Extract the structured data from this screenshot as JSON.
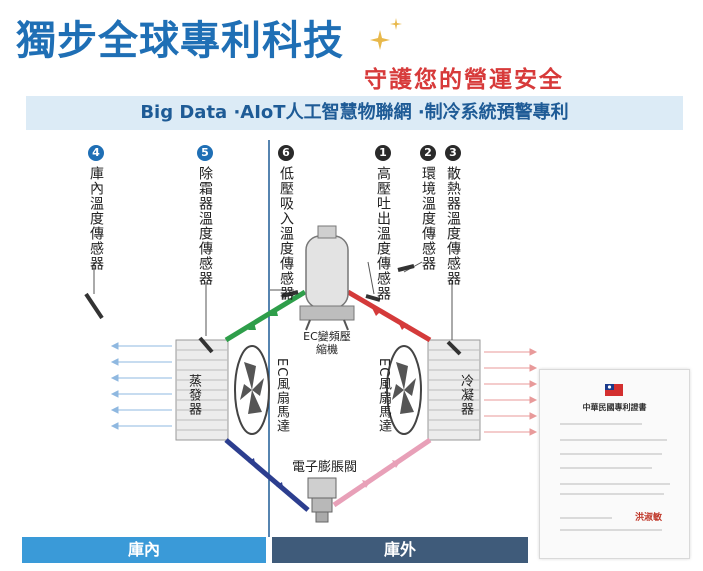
{
  "header": {
    "headline": "獨步全球專利科技",
    "subhead": "守護您的營運安全",
    "banner": "Big Data ·AIoT人工智慧物聯網 ·制冷系統預警專利"
  },
  "sensors": [
    {
      "num": "4",
      "label": "庫內溫度傳感器"
    },
    {
      "num": "5",
      "label": "除霜器溫度傳感器"
    },
    {
      "num": "6",
      "label": "低壓吸入溫度傳感器"
    },
    {
      "num": "1",
      "label": "高壓吐出溫度傳感器"
    },
    {
      "num": "2",
      "label": "環境溫度傳感器"
    },
    {
      "num": "3",
      "label": "散熱器溫度傳感器"
    }
  ],
  "components": {
    "compressor": "EC變頻壓縮機",
    "evaporator": "蒸發器",
    "condenser": "冷凝器",
    "fan_left": "EC風扇馬達",
    "fan_right": "EC風扇馬達",
    "valve": "電子膨脹閥"
  },
  "zones": {
    "inside": "庫內",
    "outside": "庫外"
  },
  "certificate": {
    "title": "中華民國專利證書",
    "seal": "洪淑敏"
  },
  "colors": {
    "brand_blue": "#1f6fb5",
    "accent_red": "#d73a3a",
    "line_green": "#2e9e4a",
    "line_red": "#d43a3a",
    "line_blue": "#2c3e8f",
    "line_pink": "#e8a0b8"
  }
}
